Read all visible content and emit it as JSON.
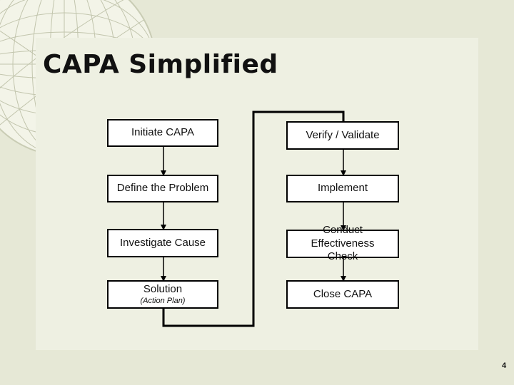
{
  "slide": {
    "title": "CAPA Simplified",
    "page_number": "4"
  },
  "flow": {
    "left_column": [
      {
        "label": "Initiate CAPA"
      },
      {
        "label": "Define the Problem"
      },
      {
        "label": "Investigate Cause"
      },
      {
        "label": "Solution",
        "sublabel": "(Action Plan)"
      }
    ],
    "right_column": [
      {
        "label": "Verify / Validate"
      },
      {
        "label": "Implement"
      },
      {
        "label": "Conduct Effectiveness Check"
      },
      {
        "label": "Close CAPA"
      }
    ]
  },
  "colors": {
    "background": "#e6e8d6",
    "panel": "#eef0e2",
    "box_fill": "#ffffff",
    "box_border": "#000000",
    "connector": "#000000"
  }
}
